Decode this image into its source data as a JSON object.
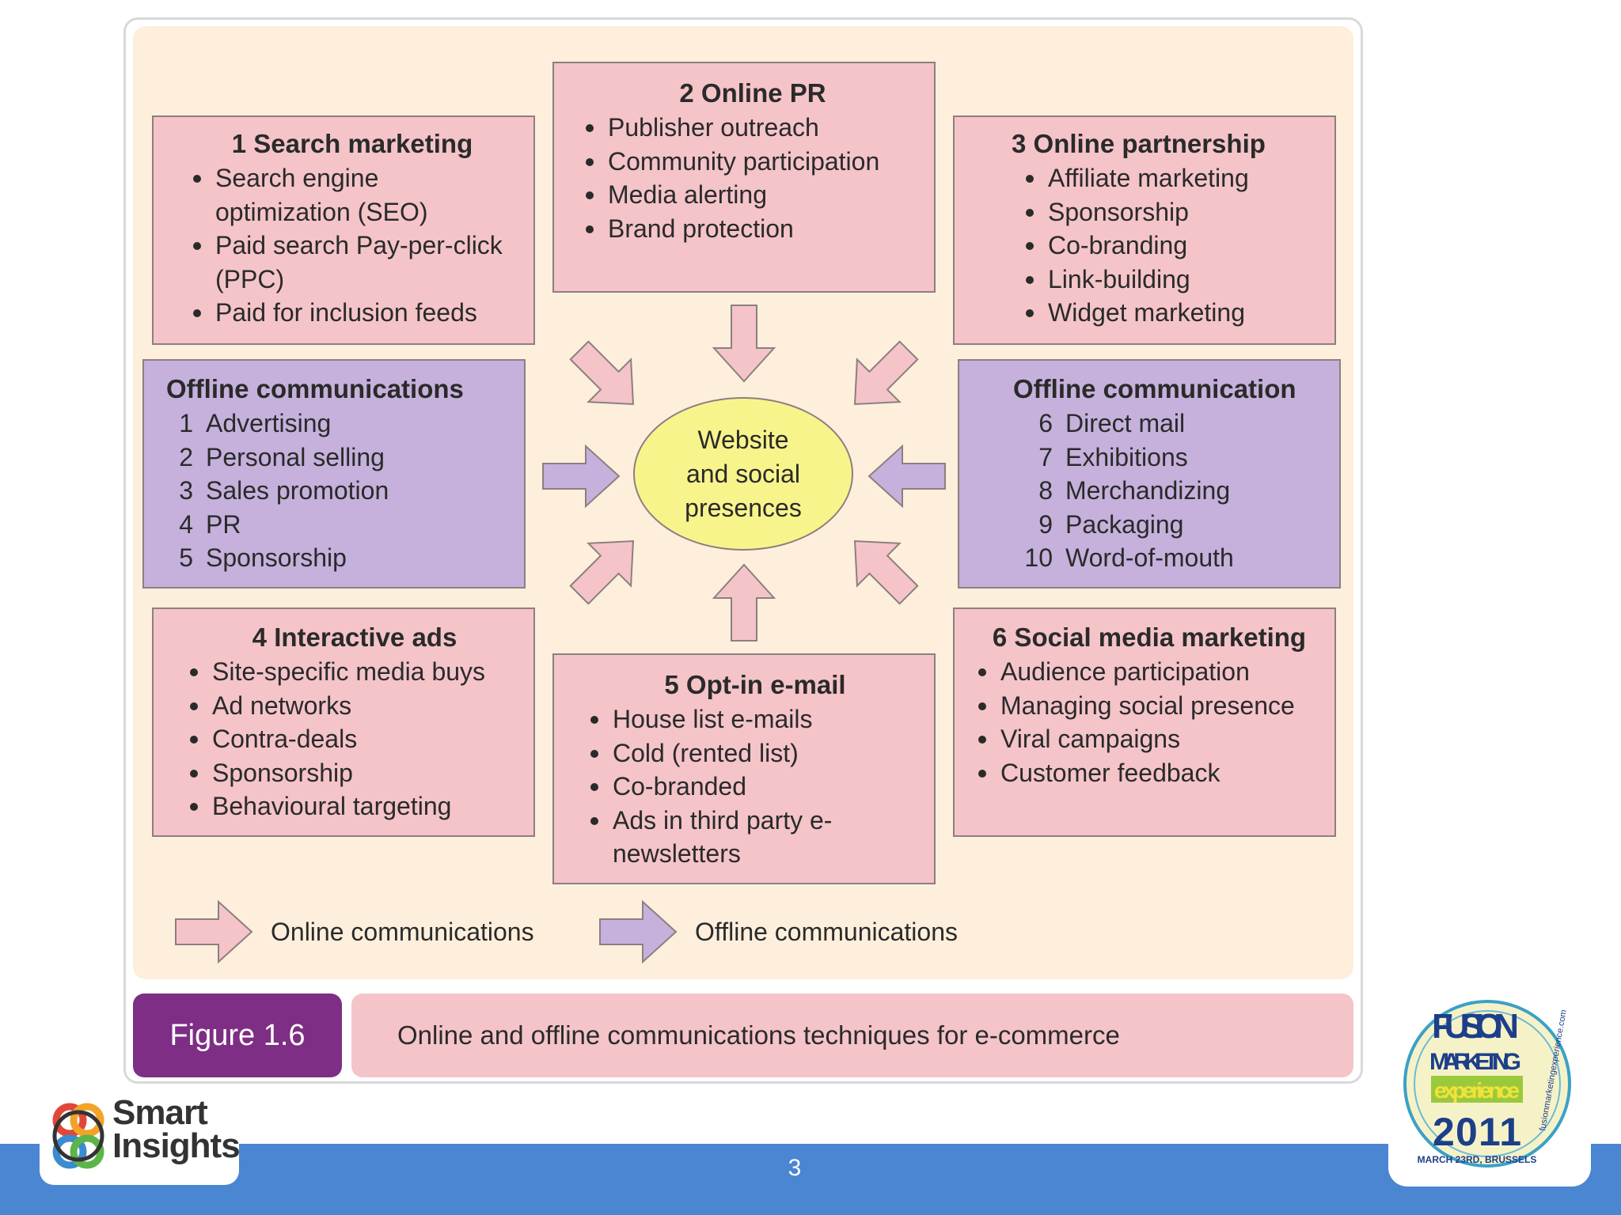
{
  "boxes": {
    "search_marketing": {
      "title": "1  Search marketing",
      "items": [
        "Search engine optimization (SEO)",
        "Paid search Pay-per-click (PPC)",
        "Paid for inclusion feeds"
      ]
    },
    "online_pr": {
      "title": "2  Online PR",
      "items": [
        "Publisher outreach",
        "Community participation",
        "Media alerting",
        "Brand protection"
      ]
    },
    "online_partnership": {
      "title": "3  Online partnership",
      "items": [
        "Affiliate marketing",
        "Sponsorship",
        "Co-branding",
        "Link-building",
        "Widget marketing"
      ]
    },
    "offline_left": {
      "title": "Offline communications",
      "items": [
        {
          "num": "1",
          "label": "Advertising"
        },
        {
          "num": "2",
          "label": "Personal selling"
        },
        {
          "num": "3",
          "label": "Sales promotion"
        },
        {
          "num": "4",
          "label": "PR"
        },
        {
          "num": "5",
          "label": "Sponsorship"
        }
      ]
    },
    "offline_right": {
      "title": "Offline communication",
      "items": [
        {
          "num": "6",
          "label": "Direct mail"
        },
        {
          "num": "7",
          "label": "Exhibitions"
        },
        {
          "num": "8",
          "label": "Merchandizing"
        },
        {
          "num": "9",
          "label": "Packaging"
        },
        {
          "num": "10",
          "label": "Word-of-mouth"
        }
      ]
    },
    "interactive_ads": {
      "title": "4  Interactive ads",
      "items": [
        "Site-specific media buys",
        "Ad networks",
        "Contra-deals",
        "Sponsorship",
        "Behavioural targeting"
      ]
    },
    "optin_email": {
      "title": "5  Opt-in e-mail",
      "items": [
        "House list e-mails",
        "Cold (rented list)",
        "Co-branded",
        "Ads in third party e-newsletters"
      ]
    },
    "social_media": {
      "title": "6  Social media marketing",
      "items": [
        "Audience participation",
        "Managing social presence",
        "Viral campaigns",
        "Customer feedback"
      ]
    }
  },
  "center": {
    "lines": [
      "Website",
      "and social",
      "presences"
    ]
  },
  "legend": {
    "online": "Online communications",
    "offline": "Offline communications"
  },
  "figure": {
    "tag": "Figure 1.6",
    "caption": "Online and offline communications techniques for e-commerce"
  },
  "footer": {
    "page_number": "3"
  },
  "logos": {
    "left": "Smart Insights",
    "right": [
      "FUSION",
      "MARKETING",
      "experience",
      "2011",
      "MARCH 23RD, BRUSSELS",
      "fusionmarketingexperience.com"
    ]
  },
  "colors": {
    "online_fill": "#f4c4c9",
    "offline_fill": "#c5b1dc",
    "center_fill": "#f8f48c",
    "panel_bg": "#fdefdc",
    "figure_tag": "#7e2e84",
    "footer_bar": "#4a86d1"
  }
}
